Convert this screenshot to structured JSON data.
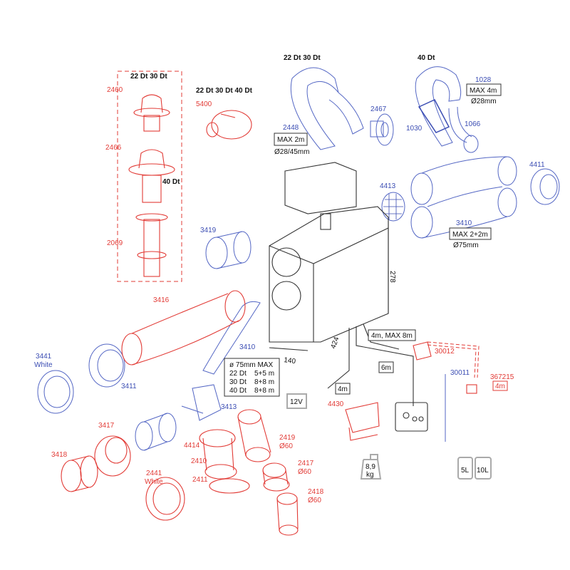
{
  "colors": {
    "red": "#e23b36",
    "blue": "#3b4db3",
    "black": "#111111",
    "grey": "#888888"
  },
  "roof_group": {
    "header": "22 Dt   30 Dt",
    "header_40": "40 Dt",
    "parts": [
      "2460",
      "2466",
      "2069"
    ]
  },
  "part_5400": {
    "header": "22 Dt  30 Dt  40 Dt",
    "label": "5400"
  },
  "exhaust_22_30": {
    "header": "22 Dt    30 Dt",
    "hose": "2448",
    "max": "MAX 2m",
    "diameter": "Ø28/45mm",
    "outlet": "2467"
  },
  "exhaust_40": {
    "header": "40 Dt",
    "hose": "1028",
    "max": "MAX 4m",
    "diameter": "Ø28mm",
    "sleeve": "1030",
    "outlet": "1066"
  },
  "air_ducts": {
    "grille_in": "4413",
    "grille_out": "4411",
    "duct": "3410",
    "max": "MAX 2+2m",
    "diameter": "Ø75mm"
  },
  "heater": {
    "height": "278",
    "width": "140",
    "depth": "424"
  },
  "parts_blue": {
    "p3419": "3419",
    "p3410": "3410",
    "p3441": "3441",
    "p3441_sub": "White",
    "p3411": "3411",
    "p3413": "3413",
    "p30011": "30011"
  },
  "parts_red": {
    "p3416": "3416",
    "p3417": "3417",
    "p3418": "3418",
    "p2441": "2441",
    "p2441_sub": "White",
    "p4414": "4414",
    "p2410": "2410",
    "p2411": "2411",
    "p2419": "2419",
    "p2419_d": "Ø60",
    "p2417": "2417",
    "p2417_d": "Ø60",
    "p2418": "2418",
    "p2418_d": "Ø60",
    "p4430": "4430",
    "p30012": "30012",
    "p367215": "367215",
    "p367215_len": "4m"
  },
  "duct_table": {
    "title": "ø 75mm MAX",
    "rows": [
      {
        "model": "22 Dt",
        "len": "5+5 m"
      },
      {
        "model": "30 Dt",
        "len": "8+8 m"
      },
      {
        "model": "40 Dt",
        "len": "8+8 m"
      }
    ]
  },
  "cables": {
    "fuel": "4m, MAX 8m",
    "panel": "6m",
    "power": "4m",
    "battery": "12V"
  },
  "weight": {
    "value": "8,9",
    "unit": "kg"
  },
  "tanks": [
    "5L",
    "10L"
  ]
}
